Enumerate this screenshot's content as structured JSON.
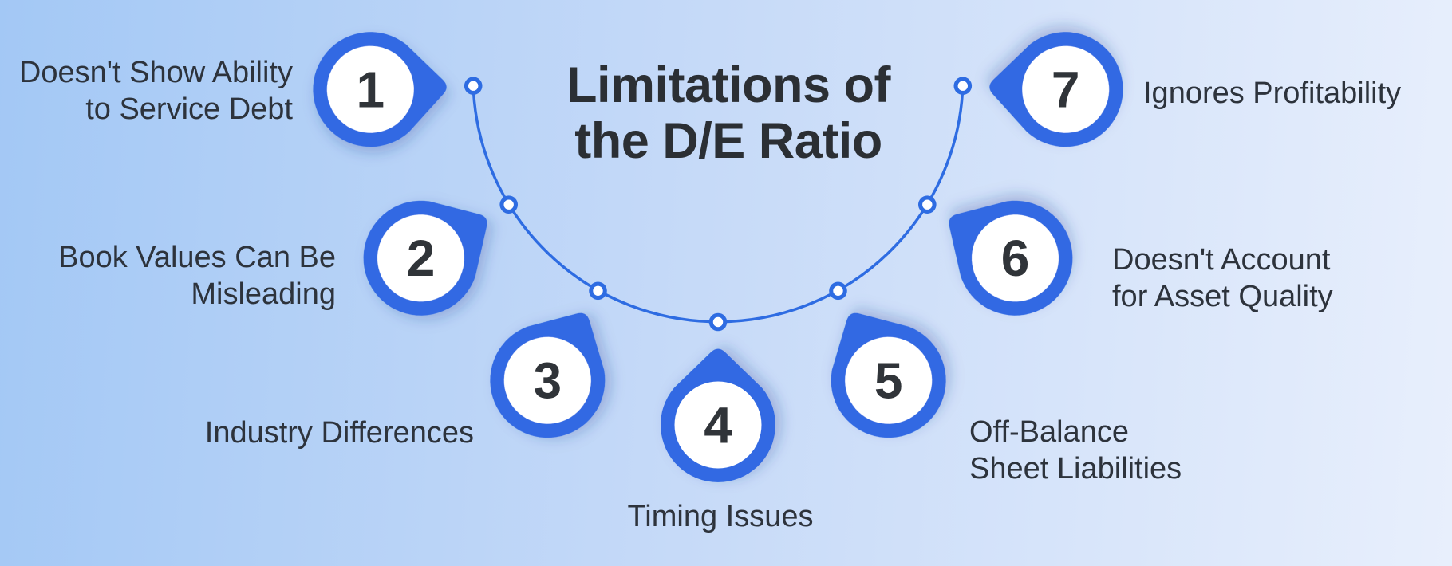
{
  "title": {
    "line1": "Limitations of",
    "line2": "the D/E Ratio"
  },
  "items": [
    {
      "number": "1",
      "line1": "Doesn't Show Ability",
      "line2": "to Service Debt"
    },
    {
      "number": "2",
      "line1": "Book Values Can Be",
      "line2": "Misleading"
    },
    {
      "number": "3",
      "line1": "Industry Differences",
      "line2": ""
    },
    {
      "number": "4",
      "line1": "Timing Issues",
      "line2": ""
    },
    {
      "number": "5",
      "line1": "Off-Balance",
      "line2": "Sheet Liabilities"
    },
    {
      "number": "6",
      "line1": "Doesn't Account",
      "line2": "for Asset Quality"
    },
    {
      "number": "7",
      "line1": "Ignores Profitability",
      "line2": ""
    }
  ],
  "colors": {
    "pin_blue": "#3069e3",
    "arc_blue": "#2e6ce2",
    "pin_inner_white": "#ffffff",
    "number_text": "#303439",
    "label_text": "#2d333c",
    "title_text": "#2b2f34",
    "background_left": "#a3c8f5",
    "background_right": "#e8effc"
  }
}
